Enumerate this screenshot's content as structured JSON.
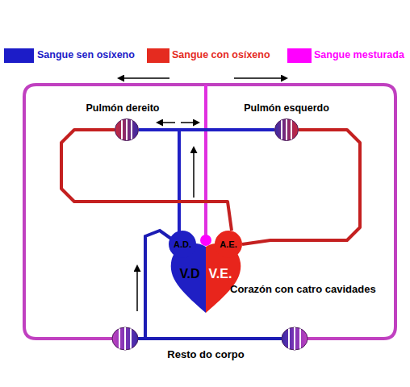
{
  "diagram": {
    "nodes": [
      {
        "text": [
          "Corazón con catro cavidades"
        ]
      },
      {
        "text": [
          "A.D."
        ],
        "in": 0
      },
      {
        "text": [
          "A.E."
        ],
        "in": 0
      },
      {
        "text": [
          "V.D"
        ],
        "in": 0
      },
      {
        "text": [
          "V.E."
        ],
        "in": 0
      },
      {
        "text": [
          "Pulmón dereito"
        ]
      },
      {
        "text": [
          "Pulmón esquerdo"
        ]
      }
    ],
    "edges": [
      {
        "from": 3,
        "to": 5,
        "arrow": "none"
      },
      {
        "from": 3,
        "to": 6,
        "arrow": "none"
      },
      {
        "from": 5,
        "to": 2,
        "arrow": "none"
      },
      {
        "from": 6,
        "to": 2,
        "arrow": "none"
      }
    ],
    "labels": [
      "Resto do corpo"
    ],
    "legend": [
      {
        "text": "Sangue sen osíxeno",
        "color": "#1c1cc8"
      },
      {
        "text": "Sangue con osíxeno",
        "color": "#e52b1f"
      },
      {
        "text": "Sangue mesturada",
        "color": "#ff00ff"
      }
    ]
  }
}
